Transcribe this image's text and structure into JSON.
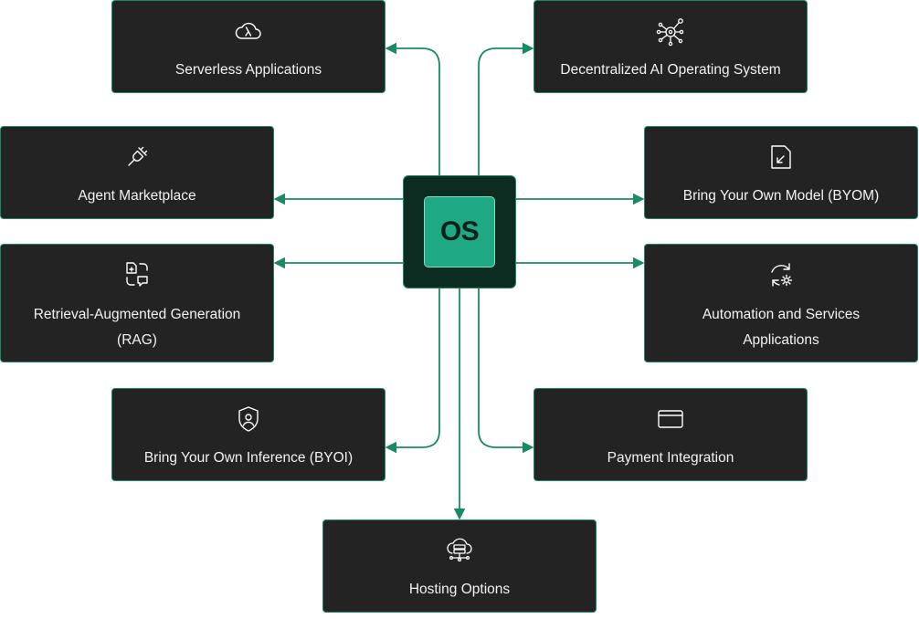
{
  "hub": {
    "label": "OS"
  },
  "colors": {
    "card_bg": "#232323",
    "accent": "#1a8a63",
    "hub_bg": "#0c2c22",
    "hub_inner": "#1ea884"
  },
  "nodes": {
    "serverless": {
      "label": "Serverless Applications",
      "icon": "lambda-cloud-icon"
    },
    "decentralized": {
      "label": "Decentralized AI Operating System",
      "icon": "network-hub-icon"
    },
    "marketplace": {
      "label": "Agent Marketplace",
      "icon": "plug-icon"
    },
    "byom": {
      "label": "Bring Your Own Model (BYOM)",
      "icon": "document-arrow-icon"
    },
    "rag": {
      "line1": "Retrieval-Augmented Generation",
      "line2": "(RAG)",
      "icon": "document-retrieval-icon"
    },
    "automation": {
      "line1": "Automation and Services",
      "line2": "Applications",
      "icon": "refresh-gear-icon"
    },
    "byoi": {
      "label": "Bring Your Own Inference (BYOI)",
      "icon": "shield-user-icon"
    },
    "payment": {
      "label": "Payment Integration",
      "icon": "credit-card-icon"
    },
    "hosting": {
      "label": "Hosting Options",
      "icon": "cloud-server-icon"
    }
  }
}
